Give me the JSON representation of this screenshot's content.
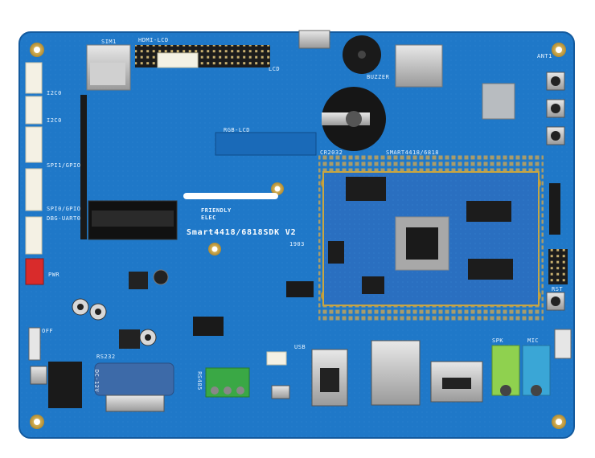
{
  "board": {
    "model_label": "Smart4418/6818SDK V2",
    "date_code": "1903",
    "brand_line1": "FRIENDLY",
    "brand_line2": "ELEC",
    "core_label": "SMART4418/6818",
    "rgb_lcd_label": "RGB-LCD",
    "hdmi_lcd_label": "HDMI-LCD",
    "rtc_battery_label": "CR2032",
    "buzzer_label": "BUZZER",
    "lcd_label": "LCD",
    "uart_label": "DBG-UART0",
    "spi1_label": "SPI1/GPIO",
    "spi0_label": "SPI0/GPIO",
    "i2c_label_1": "I2C0",
    "i2c_label_2": "I2C0",
    "pwr_label": "PWR",
    "rst_label": "RST",
    "dc_label": "DC-12V",
    "rs232_label": "RS232",
    "rs485_label": "RS485",
    "usb_label": "USB",
    "off_label": "OFF",
    "ant_label": "ANT1",
    "sim_label": "SIM1",
    "mic_label": "MIC",
    "spk_label": "SPK"
  },
  "colors": {
    "pcb_blue": "#1f78c8",
    "core_blue": "#2a6fc0",
    "gold": "#c9a640",
    "header_black": "#1c1c1c",
    "serial_blue": "#3d6aa8",
    "terminal_green": "#3aa845",
    "audio_green": "#8fd14f",
    "audio_blue": "#3aa6d6",
    "power_red": "#d92b2b"
  }
}
